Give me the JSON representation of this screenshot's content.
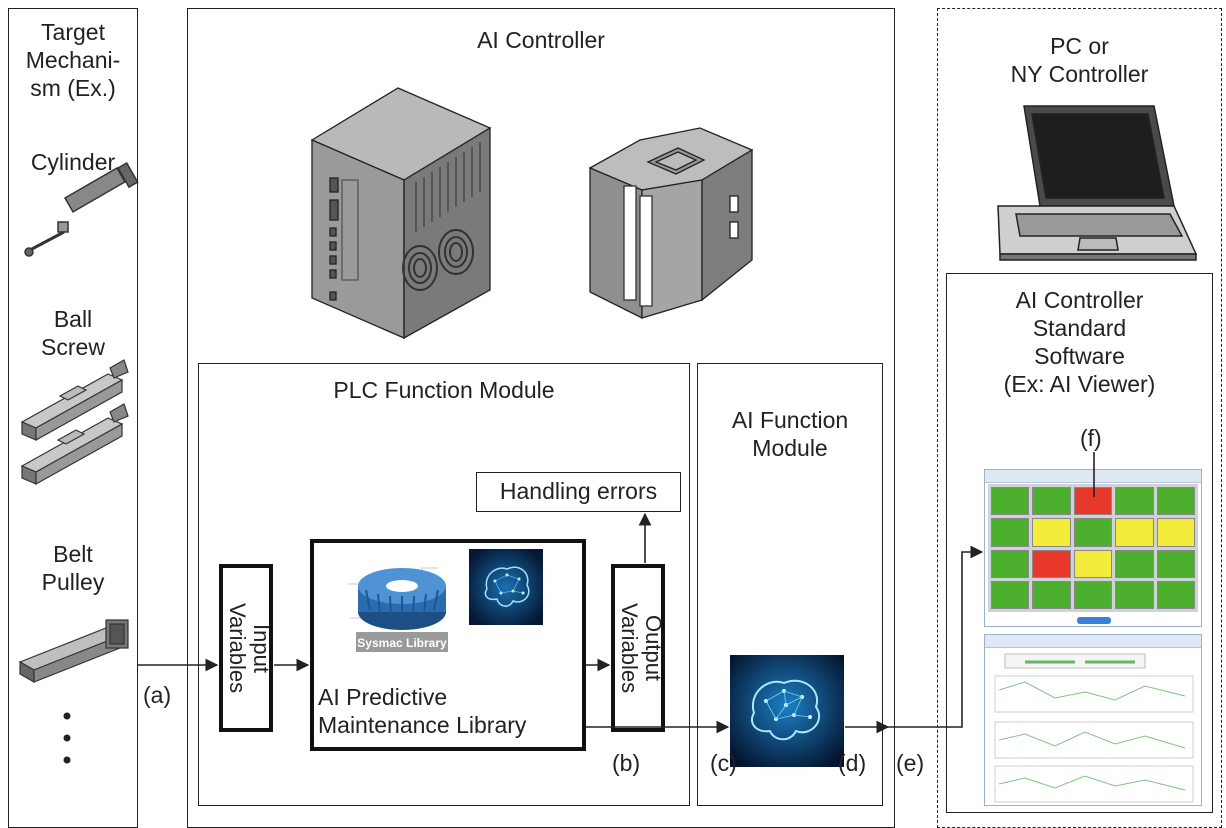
{
  "target_panel": {
    "title": "Target\nMechani-\nsm (Ex.)",
    "items": [
      "Cylinder",
      "Ball\nScrew",
      "Belt\nPulley"
    ]
  },
  "ai_controller": {
    "title": "AI Controller",
    "plc_module": {
      "title": "PLC Function Module",
      "input_variables": "Input\nVariables",
      "output_variables": "Output\nVariables",
      "handling_errors": "Handling errors",
      "library_logo_text": "Sysmac Library",
      "library_name": "AI Predictive\nMaintenance Library"
    },
    "ai_module": {
      "title": "AI Function\nModule"
    }
  },
  "pc_panel": {
    "title": "PC or\nNY Controller",
    "software": {
      "title": "AI Controller\nStandard\nSoftware\n(Ex: AI Viewer)",
      "marker": "(f)",
      "heatmap": {
        "rows": [
          [
            "green",
            "green",
            "red",
            "green",
            "green"
          ],
          [
            "green",
            "yellow",
            "green",
            "yellow",
            "yellow"
          ],
          [
            "green",
            "red",
            "yellow",
            "green",
            "green"
          ],
          [
            "green",
            "green",
            "green",
            "green",
            "green"
          ]
        ],
        "colors": {
          "green": "#4caf2e",
          "yellow": "#f4ec3a",
          "red": "#e8382b"
        }
      }
    }
  },
  "flow_labels": {
    "a": "(a)",
    "b": "(b)",
    "c": "(c)",
    "d": "(d)",
    "e": "(e)"
  },
  "icons": [
    "cylinder-icon",
    "ball-screw-icon",
    "belt-pulley-icon",
    "ellipsis-icon",
    "ai-controller-unit-icon",
    "ai-controller-module-icon",
    "laptop-icon",
    "sysmac-library-logo",
    "ai-brain-icon",
    "ai-viewer-chart-window"
  ]
}
